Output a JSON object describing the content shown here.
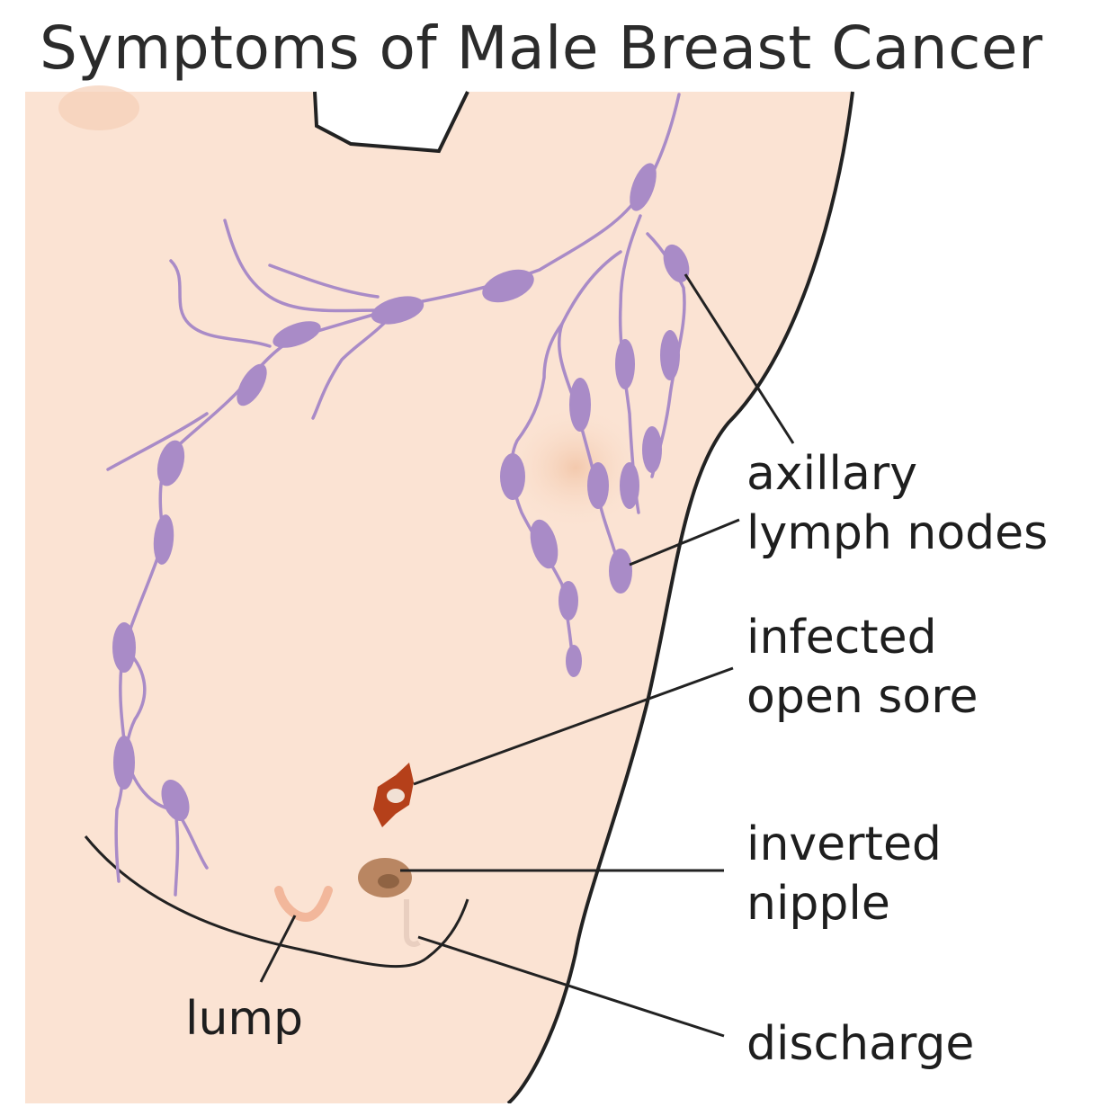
{
  "title": "Symptoms of Male Breast Cancer",
  "labels": {
    "axillary_1": "axillary",
    "axillary_2": "lymph nodes",
    "sore_1": "infected",
    "sore_2": "open sore",
    "inverted_1": "inverted",
    "inverted_2": "nipple",
    "discharge": "discharge",
    "lump": "lump"
  },
  "colors": {
    "skin": "#fbe3d3",
    "skin_shadow": "#f5cfb6",
    "lymph": "#a98bc7",
    "sore": "#b5401a",
    "nipple": "#b98662",
    "lump": "#f2b79b",
    "outline": "#222222"
  }
}
